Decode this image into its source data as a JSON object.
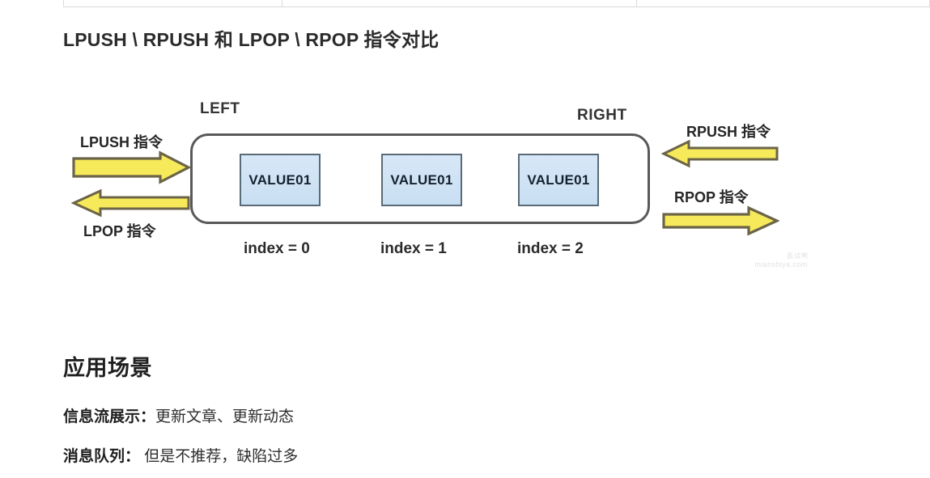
{
  "document": {
    "title": "LPUSH \\ RPUSH 和 LPOP \\ RPOP 指令对比",
    "section_heading": "应用场景",
    "body_lines": [
      {
        "lead": "信息流展示：",
        "rest": "更新文章、更新动态"
      },
      {
        "lead": "消息队列：",
        "rest": " 但是不推荐，缺陷过多"
      }
    ]
  },
  "diagram": {
    "type": "redis-list-structure",
    "end_labels": {
      "left": "LEFT",
      "right": "RIGHT"
    },
    "values": [
      {
        "text": "VALUE01",
        "index_label": "index = 0"
      },
      {
        "text": "VALUE01",
        "index_label": "index = 1"
      },
      {
        "text": "VALUE01",
        "index_label": "index = 2"
      }
    ],
    "arrows": [
      {
        "name": "lpush",
        "label": "LPUSH 指令",
        "direction": "right",
        "side": "left"
      },
      {
        "name": "lpop",
        "label": "LPOP 指令",
        "direction": "left",
        "side": "left"
      },
      {
        "name": "rpush",
        "label": "RPUSH 指令",
        "direction": "left",
        "side": "right"
      },
      {
        "name": "rpop",
        "label": "RPOP 指令",
        "direction": "right",
        "side": "right"
      }
    ],
    "colors": {
      "arrow_fill": "#f7ea5a",
      "arrow_stroke": "#6b6448",
      "box_fill": "#cfe2f4",
      "box_stroke": "#5a6b78",
      "container_stroke": "#595959"
    }
  },
  "watermark": {
    "cn": "面试鸭",
    "url": "mianshiya.com"
  }
}
